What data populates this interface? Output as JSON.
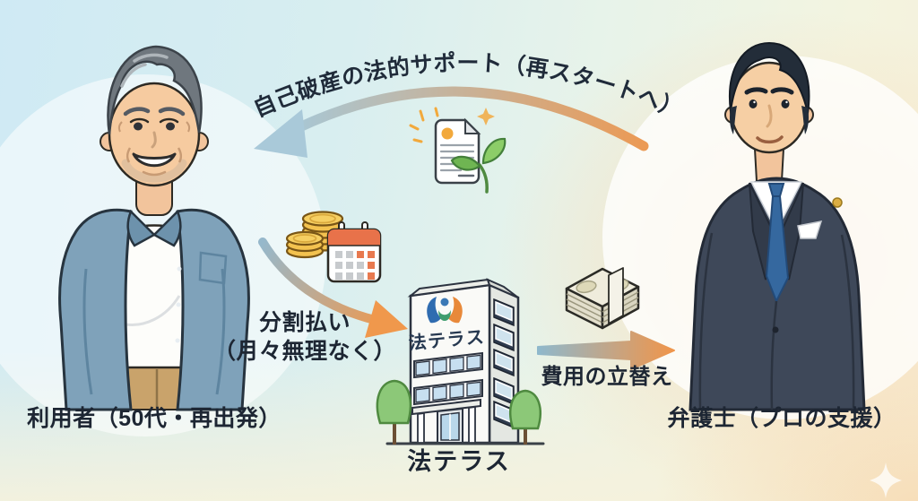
{
  "labels": {
    "top_arc": "自己破産の法的サポート（再スタートへ）",
    "installment_line1": "分割払い",
    "installment_line2": "（月々無理なく）",
    "cost_advance": "費用の立替え",
    "user": "利用者（50代・再出発）",
    "lawyer": "弁護士（プロの支援）",
    "building_sign": "法テラス",
    "building_caption": "法テラス"
  },
  "icons": {
    "document_sprout": "document-with-sprout-icon",
    "coin_stacks": "gold-coin-stacks-icon",
    "calendar": "monthly-calendar-icon",
    "banknote_bundle": "banknote-bundle-icon",
    "building_logo": "houterasu-hands-logo-icon",
    "sparkle": "four-point-star-icon"
  },
  "colors": {
    "arrow_blue": "#a6c8d8",
    "arrow_orange": "#ef9a4f",
    "label_text": "#1d2633",
    "coin_gold": "#f3c24f",
    "calendar_orange": "#e8724a",
    "sprout_green": "#7cc060",
    "tree_green": "#8cc878",
    "user_shirt_blue": "#7fa2ba",
    "user_pants_khaki": "#c9a36b",
    "lawyer_suit_navy": "#3e4859",
    "lawyer_tie_blue": "#35689f",
    "sky_blue": "#cfeaf4",
    "peach_glow": "#f8deba",
    "cream": "#f6f0da"
  }
}
